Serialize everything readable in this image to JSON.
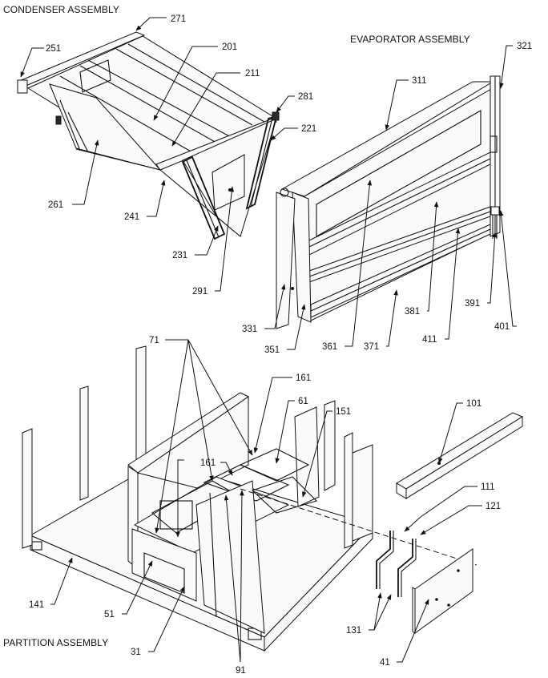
{
  "assemblies": {
    "condenser": "CONDENSER ASSEMBLY",
    "evaporator": "EVAPORATOR ASSEMBLY",
    "partition": "PARTITION ASSEMBLY"
  },
  "callouts": {
    "c271": "271",
    "c251": "251",
    "c201": "201",
    "c211": "211",
    "c281": "281",
    "c221": "221",
    "c261": "261",
    "c241": "241",
    "c231": "231",
    "c291": "291",
    "c311": "311",
    "c321": "321",
    "c331": "331",
    "c351": "351",
    "c361": "361",
    "c371": "371",
    "c381": "381",
    "c391": "391",
    "c401": "401",
    "c411": "411",
    "c71": "71",
    "c161a": "161",
    "c161b": "161",
    "c61": "61",
    "c151": "151",
    "c101": "101",
    "c111": "111",
    "c121": "121",
    "c131": "131",
    "c141": "141",
    "c51": "51",
    "c31": "31",
    "c91": "91",
    "c41": "41"
  }
}
